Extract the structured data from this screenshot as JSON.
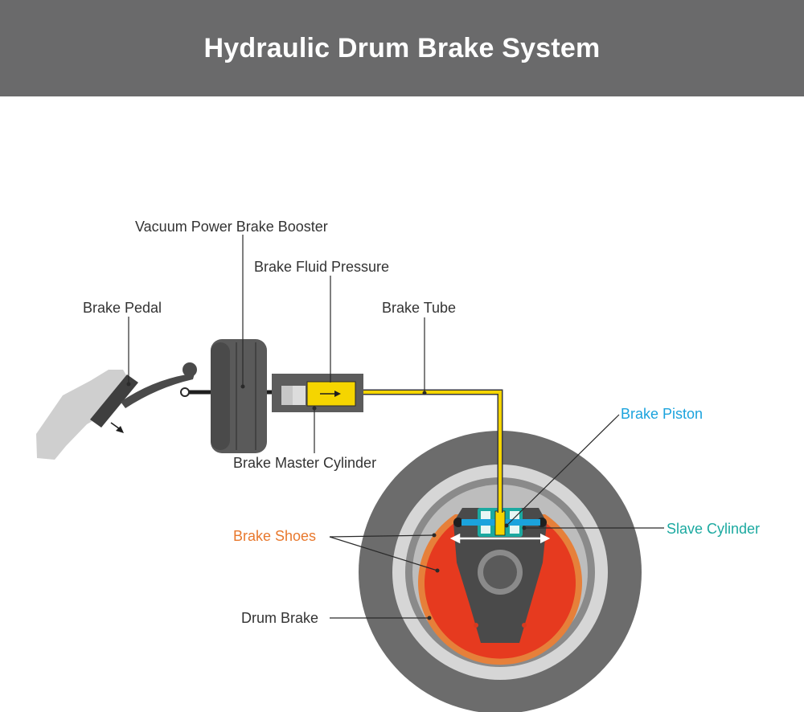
{
  "header": {
    "title": "Hydraulic Drum Brake System"
  },
  "labels": {
    "vacuum_booster": "Vacuum Power Brake Booster",
    "fluid_pressure": "Brake Fluid Pressure",
    "brake_pedal": "Brake Pedal",
    "brake_tube": "Brake Tube",
    "master_cylinder": "Brake Master Cylinder",
    "brake_piston": "Brake Piston",
    "brake_shoes": "Brake Shoes",
    "slave_cylinder": "Slave Cylinder",
    "drum_brake": "Drum Brake"
  },
  "colors": {
    "header_bg": "#6a6a6b",
    "text_default": "#333333",
    "brake_piston_label": "#1ba3dd",
    "slave_cylinder_label": "#1ba9a0",
    "brake_shoes_label": "#e8782d",
    "fluid": "#f5d500",
    "shoe_fill": "#e63a1f",
    "shoe_lining": "#e6803a"
  }
}
